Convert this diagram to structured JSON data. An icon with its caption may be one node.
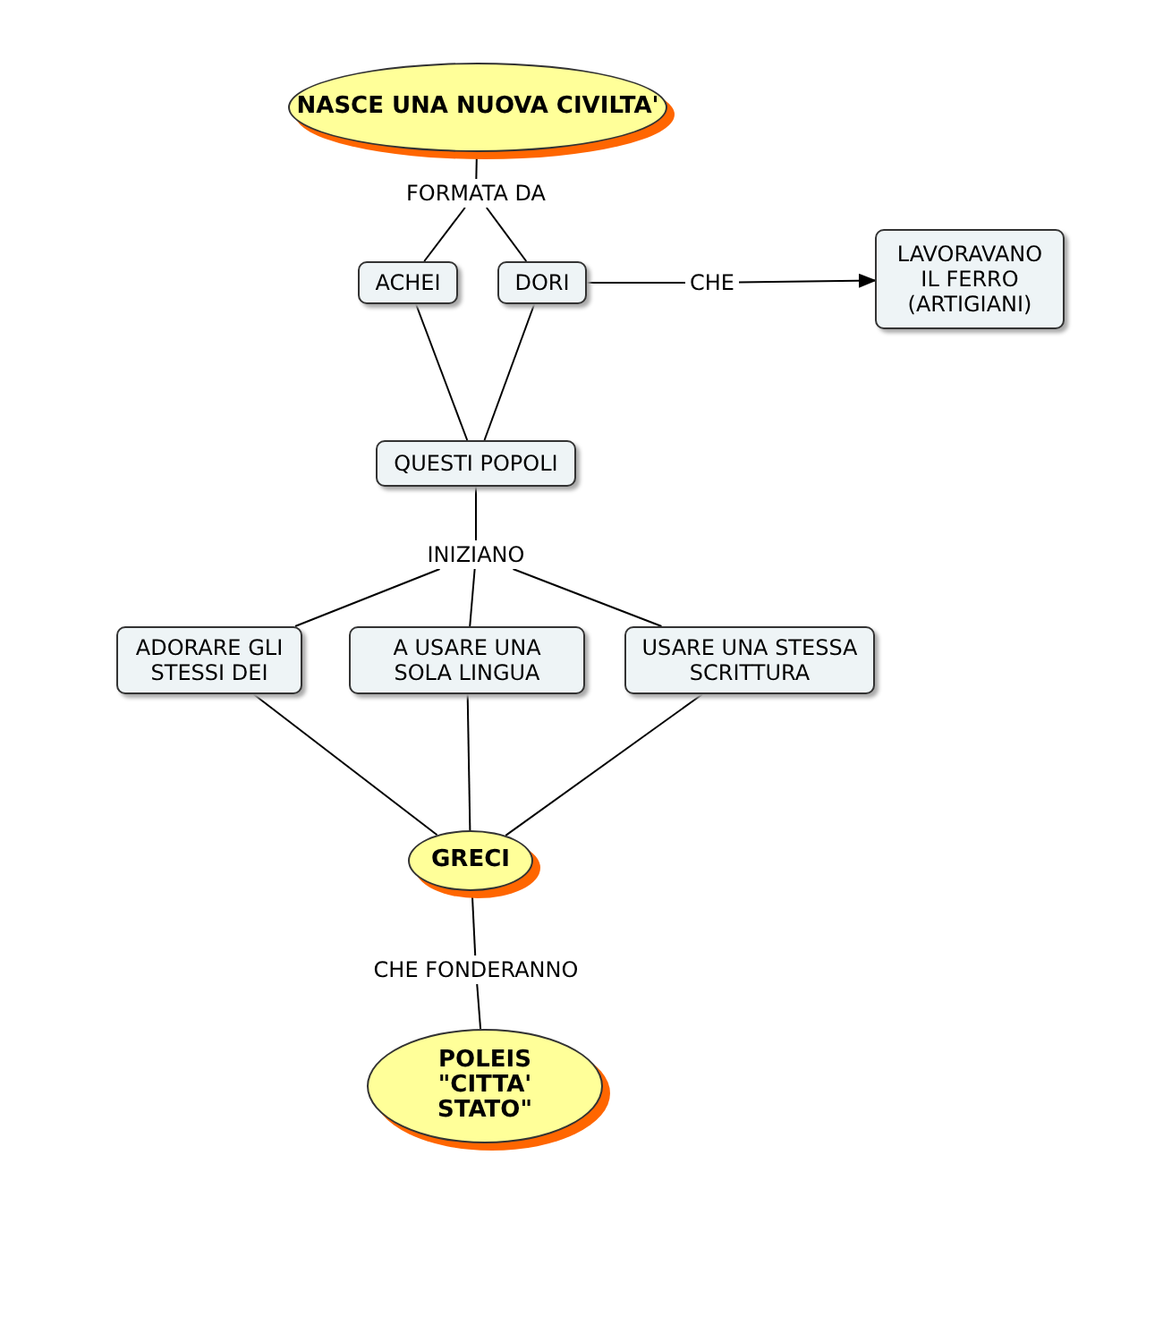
{
  "diagram": {
    "nodes": [
      {
        "text": [
          "NASCE UNA NUOVA CIVILTA'"
        ]
      },
      {
        "text": [
          "FORMATA DA"
        ]
      },
      {
        "text": [
          "ACHEI"
        ]
      },
      {
        "text": [
          "DORI"
        ]
      },
      {
        "text": [
          "CHE"
        ]
      },
      {
        "text": [
          "LAVORAVANO IL FERRO (ARTIGIANI)"
        ]
      },
      {
        "text": [
          "QUESTI POPOLI"
        ]
      },
      {
        "text": [
          "INIZIANO"
        ]
      },
      {
        "text": [
          "ADORARE GLI STESSI DEI"
        ]
      },
      {
        "text": [
          "A USARE UNA SOLA LINGUA"
        ]
      },
      {
        "text": [
          "USARE UNA STESSA SCRITTURA"
        ]
      },
      {
        "text": [
          "GRECI"
        ]
      },
      {
        "text": [
          "CHE FONDERANNO"
        ]
      },
      {
        "text": [
          "POLEIS \"CITTA' STATO\""
        ]
      }
    ],
    "edges": [
      {
        "from": 0,
        "to": 1,
        "arrow": "none"
      },
      {
        "from": 1,
        "to": 2,
        "arrow": "none"
      },
      {
        "from": 1,
        "to": 3,
        "arrow": "none"
      },
      {
        "from": 3,
        "to": 4,
        "arrow": "none"
      },
      {
        "from": 4,
        "to": 5,
        "arrow": "to"
      },
      {
        "from": 2,
        "to": 6,
        "arrow": "none"
      },
      {
        "from": 3,
        "to": 6,
        "arrow": "none"
      },
      {
        "from": 6,
        "to": 7,
        "arrow": "none"
      },
      {
        "from": 7,
        "to": 8,
        "arrow": "none"
      },
      {
        "from": 7,
        "to": 9,
        "arrow": "none"
      },
      {
        "from": 7,
        "to": 10,
        "arrow": "none"
      },
      {
        "from": 8,
        "to": 11,
        "arrow": "none"
      },
      {
        "from": 9,
        "to": 11,
        "arrow": "none"
      },
      {
        "from": 10,
        "to": 11,
        "arrow": "none"
      },
      {
        "from": 11,
        "to": 12,
        "arrow": "none"
      },
      {
        "from": 12,
        "to": 13,
        "arrow": "none"
      }
    ]
  }
}
